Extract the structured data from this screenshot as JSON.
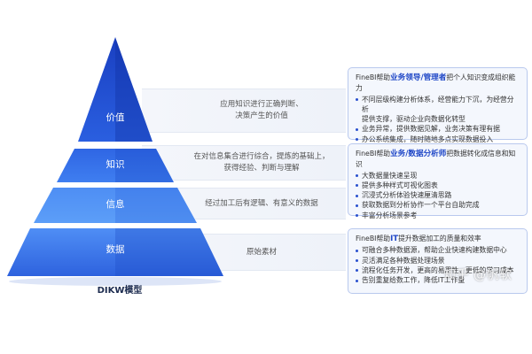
{
  "diagram": {
    "title": "DIKW模型",
    "layers": [
      {
        "label": "价值",
        "description": [
          "应用知识进行正确判断、",
          "决策产生的价值"
        ]
      },
      {
        "label": "知识",
        "description": [
          "在对信息集合进行综合，提炼的基础上，",
          "获得经验、判断与理解"
        ]
      },
      {
        "label": "信息",
        "description": [
          "经过加工后有逻辑、有意义的数据"
        ]
      },
      {
        "label": "数据",
        "description": [
          "原始素材"
        ]
      }
    ],
    "colors": {
      "pyramid_top": "#1338b8",
      "pyramid_mid": "#2d6fe6",
      "pyramid_light": "#5f9bf6",
      "accent": "#1f47c7"
    }
  },
  "panels": [
    {
      "prefix": "FineBI帮助",
      "highlight": "业务领导/管理者",
      "suffix": "把个人知识变成组织能力",
      "items": [
        "不同层级构建分析体系，经营能力下沉，为经营分析",
        "_提供支撑，驱动企业向数据化转型",
        "业务异常，提供数据见解，业务决策有理有据",
        "办公系统集成，随时随地多点实现数据投入"
      ]
    },
    {
      "prefix": "FineBI帮助",
      "highlight": "业务/数据分析师",
      "suffix": "把数据转化成信息和知识",
      "items": [
        "大数据量快速呈现",
        "提供多种样式可视化图表",
        "沉浸式分析体验快速厘清思路",
        "获取数据到分析协作一个平台自助完成",
        "丰富分析场景参考"
      ]
    },
    {
      "prefix": "FineBI帮助",
      "highlight": "IT",
      "suffix": "提升数据加工的质量和效率",
      "items": [
        "可融合多种数据源，帮助企业快速构建数据中心",
        "灵活满足各种数据处理场景",
        "流程化任务开发，更高的易用性，更低的学习成本",
        "告别重复给数工作，降低IT工作量"
      ]
    }
  ],
  "watermark": "知乎 @帆软"
}
